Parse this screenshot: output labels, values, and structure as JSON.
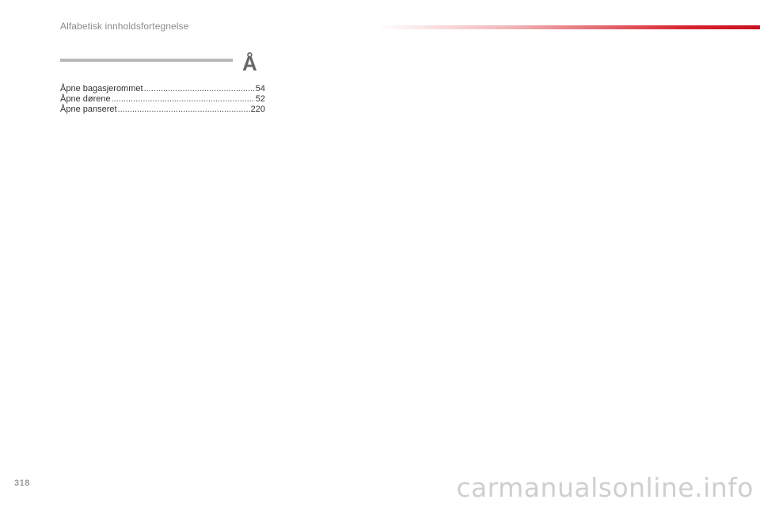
{
  "header": {
    "title": "Alfabetisk innholdsfortegnelse"
  },
  "section": {
    "letter": "Å",
    "entries": [
      {
        "label": "Åpne bagasjerommet",
        "page": "54"
      },
      {
        "label": "Åpne dørene",
        "page": "52"
      },
      {
        "label": "Åpne panseret",
        "page": "220"
      }
    ]
  },
  "footer": {
    "page_number": "318",
    "watermark": "carmanualsonline.info"
  },
  "colors": {
    "accent": "#d8252f",
    "rule": "#b9b9b9"
  }
}
